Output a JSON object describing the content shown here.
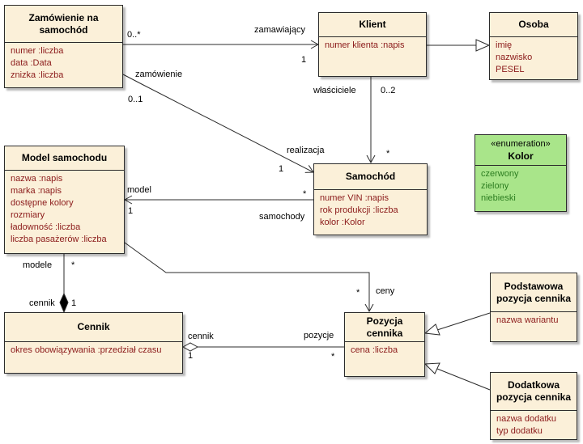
{
  "classes": {
    "zamowienie": {
      "name": "Zamówienie na samochód",
      "attributes": [
        "numer  :liczba",
        "data  :Data",
        "znizka  :liczba"
      ]
    },
    "klient": {
      "name": "Klient",
      "attributes": [
        "numer klienta  :napis"
      ]
    },
    "osoba": {
      "name": "Osoba",
      "attributes": [
        "imię",
        "nazwisko",
        "PESEL"
      ]
    },
    "model": {
      "name": "Model samochodu",
      "attributes": [
        "nazwa  :napis",
        "marka  :napis",
        "dostępne kolory",
        "rozmiary",
        "ładowność  :liczba",
        "liczba pasażerów  :liczba"
      ]
    },
    "samochod": {
      "name": "Samochód",
      "attributes": [
        "numer VIN  :napis",
        "rok produkcji  :liczba",
        "kolor  :Kolor"
      ]
    },
    "kolor": {
      "stereotype": "«enumeration»",
      "name": "Kolor",
      "attributes": [
        "czerwony",
        "zielony",
        "niebieski"
      ]
    },
    "cennik": {
      "name": "Cennik",
      "attributes": [
        "okres obowiązywania  :przedział czasu"
      ]
    },
    "pozycja": {
      "name": "Pozycja cennika",
      "attributes": [
        "cena  :liczba"
      ]
    },
    "podstawowa": {
      "name": "Podstawowa pozycja cennika",
      "attributes": [
        "nazwa wariantu"
      ]
    },
    "dodatkowa": {
      "name": "Dodatkowa pozycja cennika",
      "attributes": [
        "nazwa dodatku",
        "typ dodatku"
      ]
    }
  },
  "labels": {
    "zam_klient_mult_src": "0..*",
    "zam_klient_role": "zamawiający",
    "zam_klient_mult_dst": "1",
    "zam_sam_role_src": "zamówienie",
    "zam_sam_mult_src": "0..1",
    "zam_sam_role_dst": "realizacja",
    "zam_sam_mult_dst": "1",
    "klient_sam_role": "właściciele",
    "klient_sam_mult_src": "0..2",
    "klient_sam_mult_dst": "*",
    "model_sam_role_model": "model",
    "model_sam_mult_model": "1",
    "model_sam_role_sam": "samochody",
    "model_sam_mult_sam": "*",
    "model_cennik_role": "modele",
    "model_cennik_mult_model": "*",
    "model_cennik_role_cennik": "cennik",
    "model_cennik_mult_cennik": "1",
    "model_poz_mult": "*",
    "model_poz_role": "ceny",
    "cennik_poz_role_src": "cennik",
    "cennik_poz_mult_src": "1",
    "cennik_poz_role_dst": "pozycje",
    "cennik_poz_mult_dst": "*"
  }
}
